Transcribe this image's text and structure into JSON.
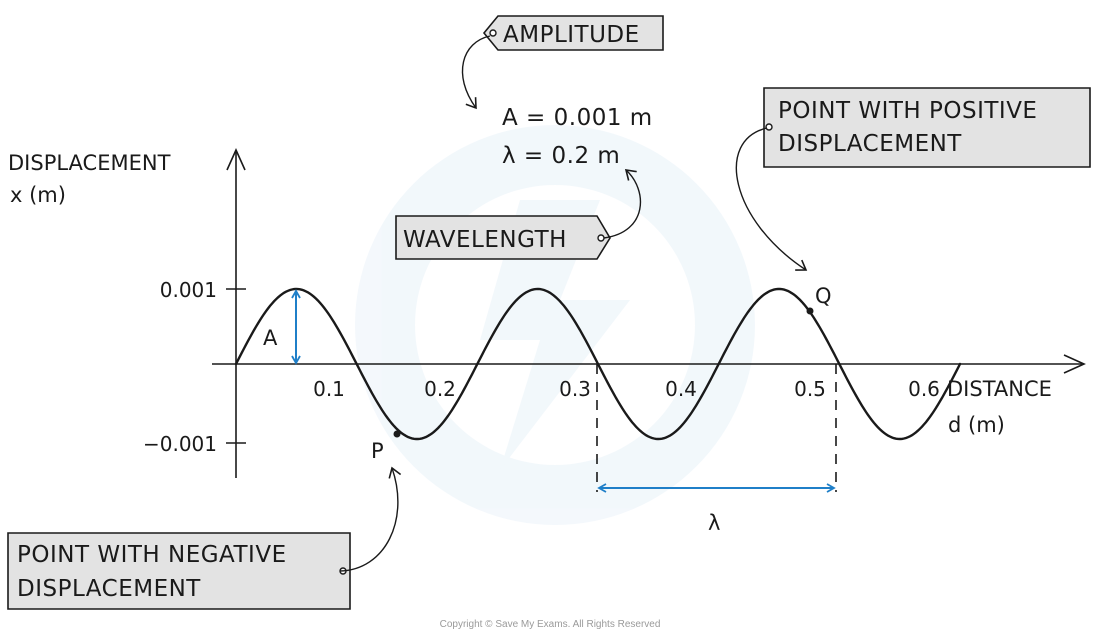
{
  "labels": {
    "y_axis_title": "DISPLACEMENT",
    "y_axis_unit": "x (m)",
    "x_axis_title": "DISTANCE",
    "x_axis_unit": "d (m)",
    "y_tick_pos": "0.001",
    "y_tick_neg": "−0.001",
    "x_ticks": [
      "0.1",
      "0.2",
      "0.3",
      "0.4",
      "0.5",
      "0.6"
    ],
    "amplitude_marker": "A",
    "wavelength_marker": "λ",
    "point_p": "P",
    "point_q": "Q"
  },
  "equations": {
    "amplitude": "A = 0.001 m",
    "wavelength": "λ = 0.2 m"
  },
  "callouts": {
    "amplitude": "AMPLITUDE",
    "wavelength": "WAVELENGTH",
    "positive_line1": "POINT  WITH  POSITIVE",
    "positive_line2": "DISPLACEMENT",
    "negative_line1": "POINT  WITH  NEGATIVE",
    "negative_line2": "DISPLACEMENT"
  },
  "footer": {
    "copyright": "Copyright © Save My Exams. All Rights Reserved"
  },
  "colors": {
    "accent_arrow": "#1f7fc8",
    "callout_fill": "#e3e3e3",
    "ink": "#1a1a1a"
  }
}
